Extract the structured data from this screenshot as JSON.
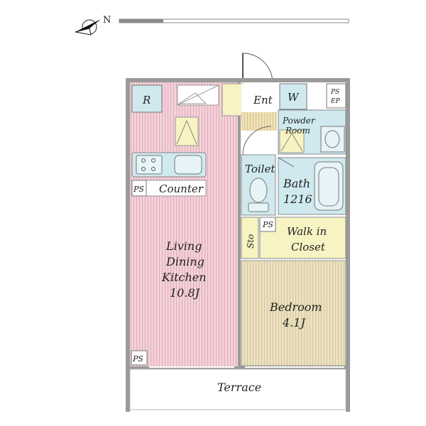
{
  "compass": {
    "north_label": "N",
    "icon": "compass-icon"
  },
  "rooms": {
    "ent": "Ent",
    "w": "W",
    "ps_ep_line1": "PS",
    "ps_ep_line2": "EP",
    "r": "R",
    "powder_room_line1": "Powder",
    "powder_room_line2": "Room",
    "toilet": "Toilet",
    "bath_line1": "Bath",
    "bath_line2": "1216",
    "ps_counter": "PS",
    "counter": "Counter",
    "ps_closet": "PS",
    "walk_in_line1": "Walk in",
    "walk_in_line2": "Closet",
    "sto": "Sto",
    "living_line1": "Living",
    "living_line2": "Dining",
    "living_line3": "Kitchen",
    "living_line4": "10.8J",
    "bedroom_line1": "Bedroom",
    "bedroom_line2": "4.1J",
    "ps_bottom": "PS",
    "terrace": "Terrace"
  },
  "colors": {
    "living": "#f3d2d9",
    "living_stripe": "#e4b3be",
    "bedroom": "#ece2c2",
    "bedroom_stripe": "#d6c9a0",
    "wet": "#cfe9ef",
    "closet": "#f7f3c2",
    "wall": "#9a9a9a",
    "entry": "#efe0b6"
  }
}
